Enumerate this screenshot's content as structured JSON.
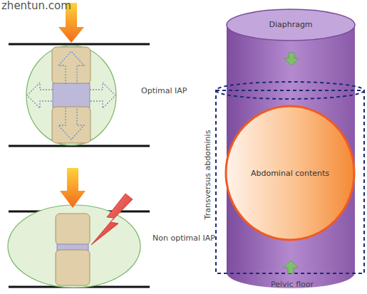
{
  "diagram": {
    "nodes": [
      {
        "text": [
          "Diaphragm"
        ]
      },
      {
        "text": [
          "Abdominal contents"
        ]
      }
    ],
    "labels": [
      "zhentun.com",
      "Optimal IAP",
      "Non optimal IAP",
      "Transversus abdominis",
      "Pelvic floor"
    ]
  }
}
